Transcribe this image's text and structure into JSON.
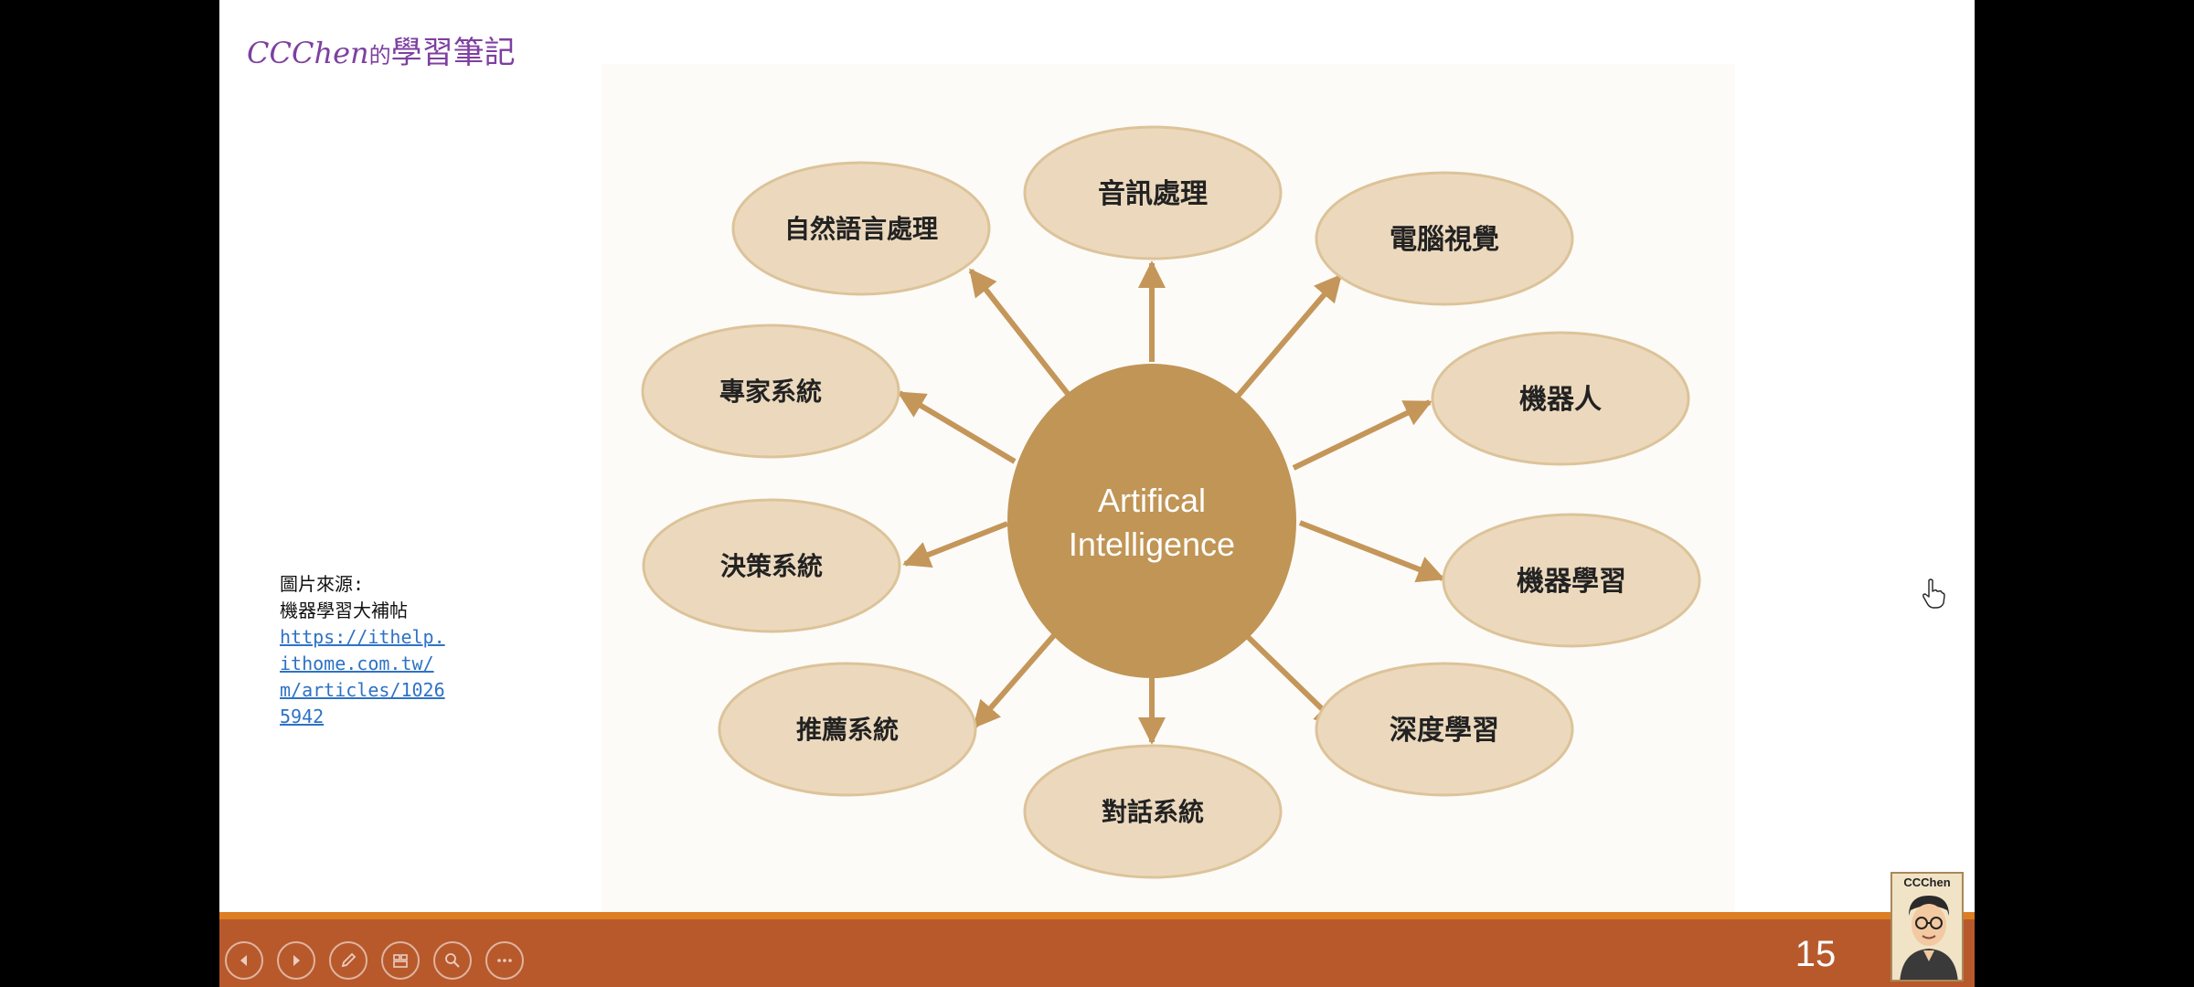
{
  "brand": {
    "latin": "CCChen",
    "particle": "的",
    "title": "學習筆記"
  },
  "diagram": {
    "center": "Artifical Intelligence",
    "center_lines": [
      "Artifical",
      "Intelligence"
    ],
    "nodes": [
      "自然語言處理",
      "音訊處理",
      "電腦視覺",
      "專家系統",
      "機器人",
      "決策系統",
      "機器學習",
      "推薦系統",
      "深度學習",
      "對話系統"
    ],
    "colors": {
      "center_fill": "#c09555",
      "node_fill": "#ecd9bd",
      "node_stroke": "#dcc399",
      "arrow": "#c49659"
    }
  },
  "source": {
    "label": "圖片來源:",
    "name": "機器學習大補帖",
    "url": "https://ithelp.ithome.com.tw/m/articles/10265942"
  },
  "footer": {
    "page_number": "15",
    "avatar_label": "CCChen",
    "controls": [
      "previous-icon",
      "next-icon",
      "pen-icon",
      "slides-grid-icon",
      "zoom-icon",
      "more-icon"
    ],
    "colors": {
      "bar": "#b8592c",
      "accent_line": "#de7e23"
    }
  }
}
